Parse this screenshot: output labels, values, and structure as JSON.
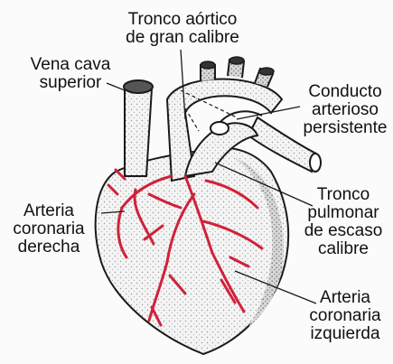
{
  "labels": {
    "aorta": [
      "Tronco aórtico",
      "de gran calibre"
    ],
    "vena_cava": [
      "Vena cava",
      "superior"
    ],
    "ductus": [
      "Conducto",
      "arterioso",
      "persistente"
    ],
    "right_coronary": [
      "Arteria",
      "coronaria",
      "derecha"
    ],
    "pulmonary": [
      "Tronco",
      "pulmonar",
      "de escaso",
      "calibre"
    ],
    "left_coronary": [
      "Arteria",
      "coronaria",
      "izquierda"
    ]
  },
  "colors": {
    "artery": "#d0223a",
    "outline": "#1a1a1a",
    "shade": "#8a8a8a"
  }
}
